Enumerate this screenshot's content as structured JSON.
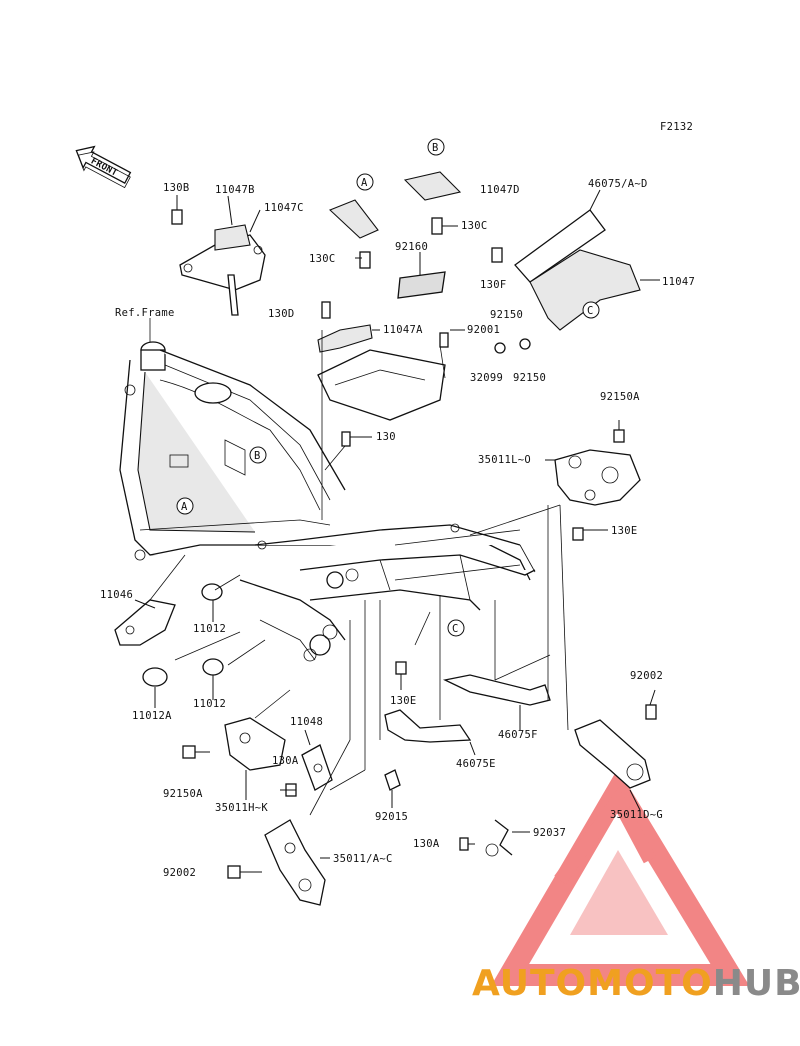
{
  "figure_code": "F2132",
  "front_label": "FRONT",
  "ref_frame_label": "Ref.Frame",
  "callouts": {
    "c_130B": "130B",
    "c_11047B": "11047B",
    "c_11047C": "11047C",
    "c_11047D": "11047D",
    "c_46075": "46075/A~D",
    "c_130C_a": "130C",
    "c_130C_b": "130C",
    "c_92160": "92160",
    "c_130F": "130F",
    "c_11047": "11047",
    "c_130D": "130D",
    "c_11047A": "11047A",
    "c_92001": "92001",
    "c_92150_a": "92150",
    "c_32099": "32099",
    "c_92150_b": "92150",
    "c_130": "130",
    "c_92150A_a": "92150A",
    "c_35011L": "35011L~O",
    "c_130E_a": "130E",
    "c_11046": "11046",
    "c_11012_a": "11012",
    "c_11012A": "11012A",
    "c_11012_b": "11012",
    "c_92002_a": "92002",
    "c_130E_b": "130E",
    "c_46075F": "46075F",
    "c_11048": "11048",
    "c_46075E": "46075E",
    "c_130A_a": "130A",
    "c_92150A_b": "92150A",
    "c_35011HK": "35011H~K",
    "c_92015": "92015",
    "c_35011DG": "35011D~G",
    "c_92037": "92037",
    "c_130A_b": "130A",
    "c_92002_b": "92002",
    "c_35011AC": "35011/A~C"
  },
  "circle_markers": {
    "A1": "A",
    "A2": "A",
    "B1": "B",
    "B2": "B",
    "C1": "C",
    "C2": "C"
  },
  "watermark": {
    "part1": "AUTOMOTO",
    "part2": "HUB",
    "colors": {
      "orange": "#f0a020",
      "red": "#e8403a",
      "gray": "#8a8a8a",
      "triangle": "#f07070"
    }
  }
}
